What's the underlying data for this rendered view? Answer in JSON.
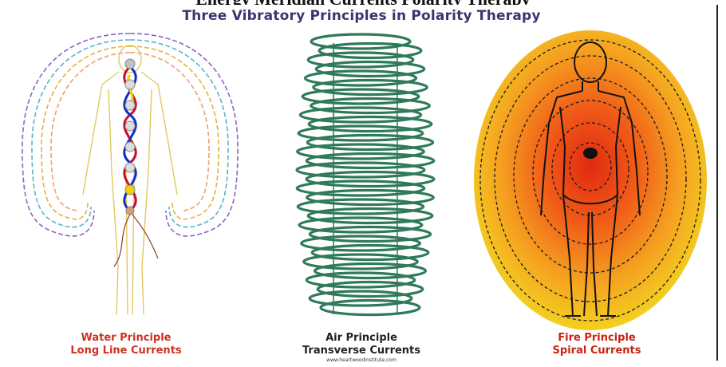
{
  "page": {
    "top_title": "Energy Meridian Currents Polarity Therapy"
  },
  "poster": {
    "title": "Three Vibratory Principles in Polarity Therapy",
    "credit": "www.heartwoodinstitute.com"
  },
  "panels": [
    {
      "id": "water",
      "principle": "Water Principle",
      "currents": "Long Line Currents"
    },
    {
      "id": "air",
      "principle": "Air Principle",
      "currents": "Transverse Currents"
    },
    {
      "id": "fire",
      "principle": "Fire Principle",
      "currents": "Spiral Currents"
    }
  ],
  "colors": {
    "title": "#3b3470",
    "water_caption": "#cc3322",
    "air_caption": "#222222",
    "fire_caption": "#cc2211",
    "air_coil": "#2f7a5a",
    "fire_outer": "#f0c020",
    "fire_core": "#e02a10"
  }
}
